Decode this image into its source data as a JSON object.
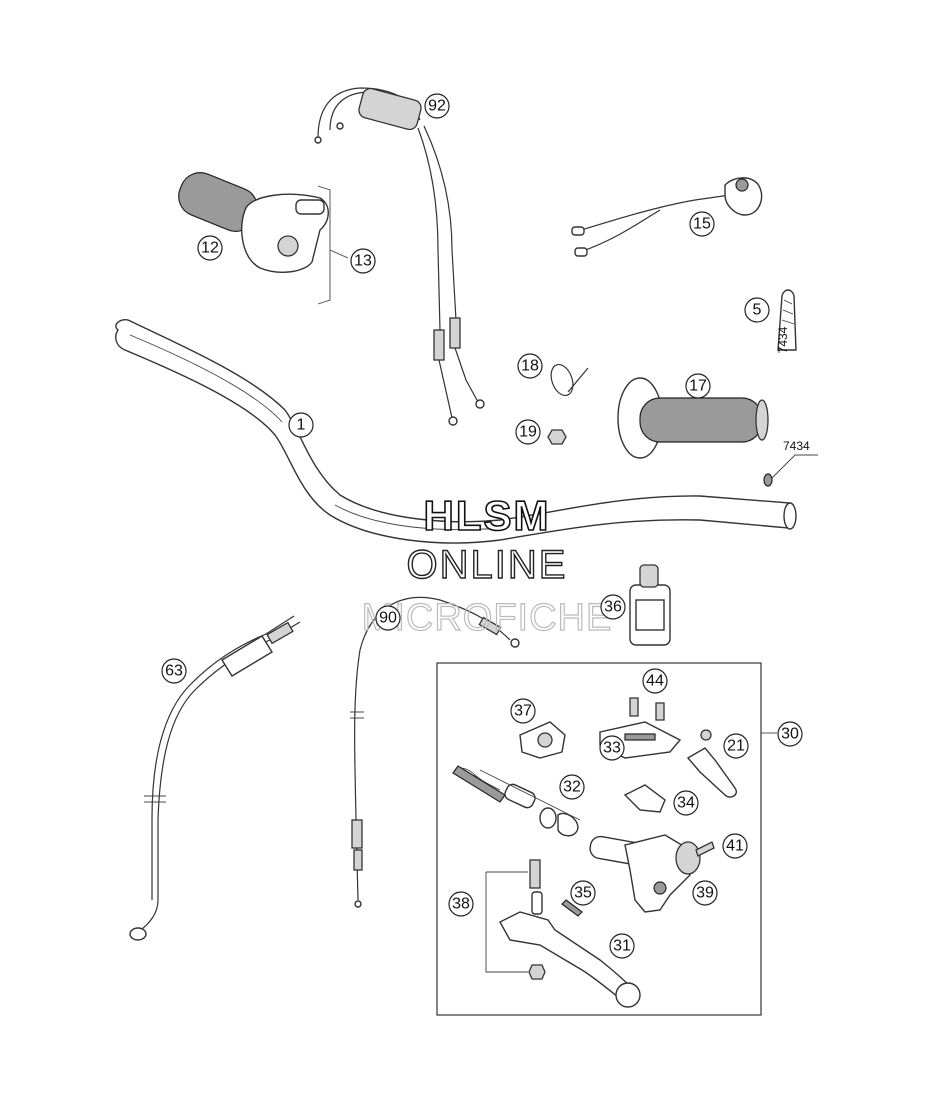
{
  "watermark": {
    "line1": "HLSM",
    "line2": "ONLINE",
    "line3": "MICROFICHE"
  },
  "reference_label": "7434",
  "callouts": [
    {
      "id": "handlebar",
      "label": "1"
    },
    {
      "id": "grip-cap",
      "label": "5"
    },
    {
      "id": "throttle-grip",
      "label": "12"
    },
    {
      "id": "throttle-housing",
      "label": "13"
    },
    {
      "id": "kill-switch",
      "label": "15"
    },
    {
      "id": "grip-left",
      "label": "17"
    },
    {
      "id": "cable-tie",
      "label": "18"
    },
    {
      "id": "nut-19",
      "label": "19"
    },
    {
      "id": "clutch-lever-small",
      "label": "21"
    },
    {
      "id": "master-cylinder-assembly",
      "label": "30"
    },
    {
      "id": "clutch-lever",
      "label": "31"
    },
    {
      "id": "piston-kit",
      "label": "32"
    },
    {
      "id": "cover",
      "label": "33"
    },
    {
      "id": "bracket",
      "label": "34"
    },
    {
      "id": "adjuster-screw",
      "label": "35"
    },
    {
      "id": "hydraulic-oil",
      "label": "36"
    },
    {
      "id": "clamp",
      "label": "37"
    },
    {
      "id": "pivot-bolt-set",
      "label": "38"
    },
    {
      "id": "master-cylinder",
      "label": "39"
    },
    {
      "id": "bolt-41",
      "label": "41"
    },
    {
      "id": "screws-44",
      "label": "44"
    },
    {
      "id": "clutch-hose",
      "label": "63"
    },
    {
      "id": "choke-cable",
      "label": "90"
    },
    {
      "id": "throttle-cable",
      "label": "92"
    }
  ]
}
